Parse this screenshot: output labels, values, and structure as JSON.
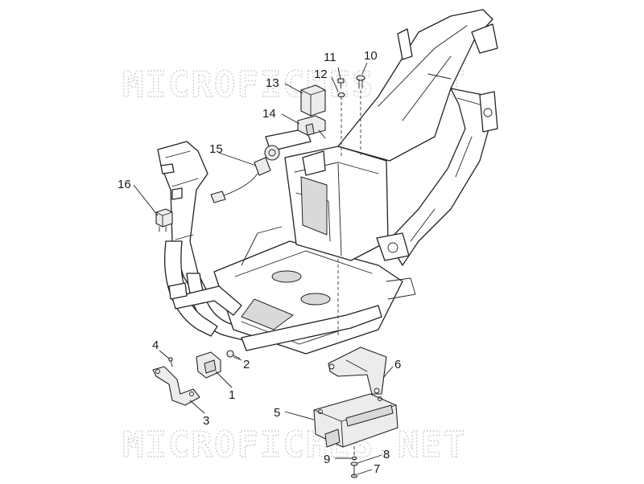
{
  "watermark": "MICROFICHES.NET",
  "callouts": [
    {
      "id": "1",
      "label": "1"
    },
    {
      "id": "2",
      "label": "2"
    },
    {
      "id": "3",
      "label": "3"
    },
    {
      "id": "4",
      "label": "4"
    },
    {
      "id": "5",
      "label": "5"
    },
    {
      "id": "6",
      "label": "6"
    },
    {
      "id": "7",
      "label": "7"
    },
    {
      "id": "8",
      "label": "8"
    },
    {
      "id": "9",
      "label": "9"
    },
    {
      "id": "10",
      "label": "10"
    },
    {
      "id": "11",
      "label": "11"
    },
    {
      "id": "12",
      "label": "12"
    },
    {
      "id": "13",
      "label": "13"
    },
    {
      "id": "14",
      "label": "14"
    },
    {
      "id": "15",
      "label": "15"
    },
    {
      "id": "16",
      "label": "16"
    }
  ]
}
